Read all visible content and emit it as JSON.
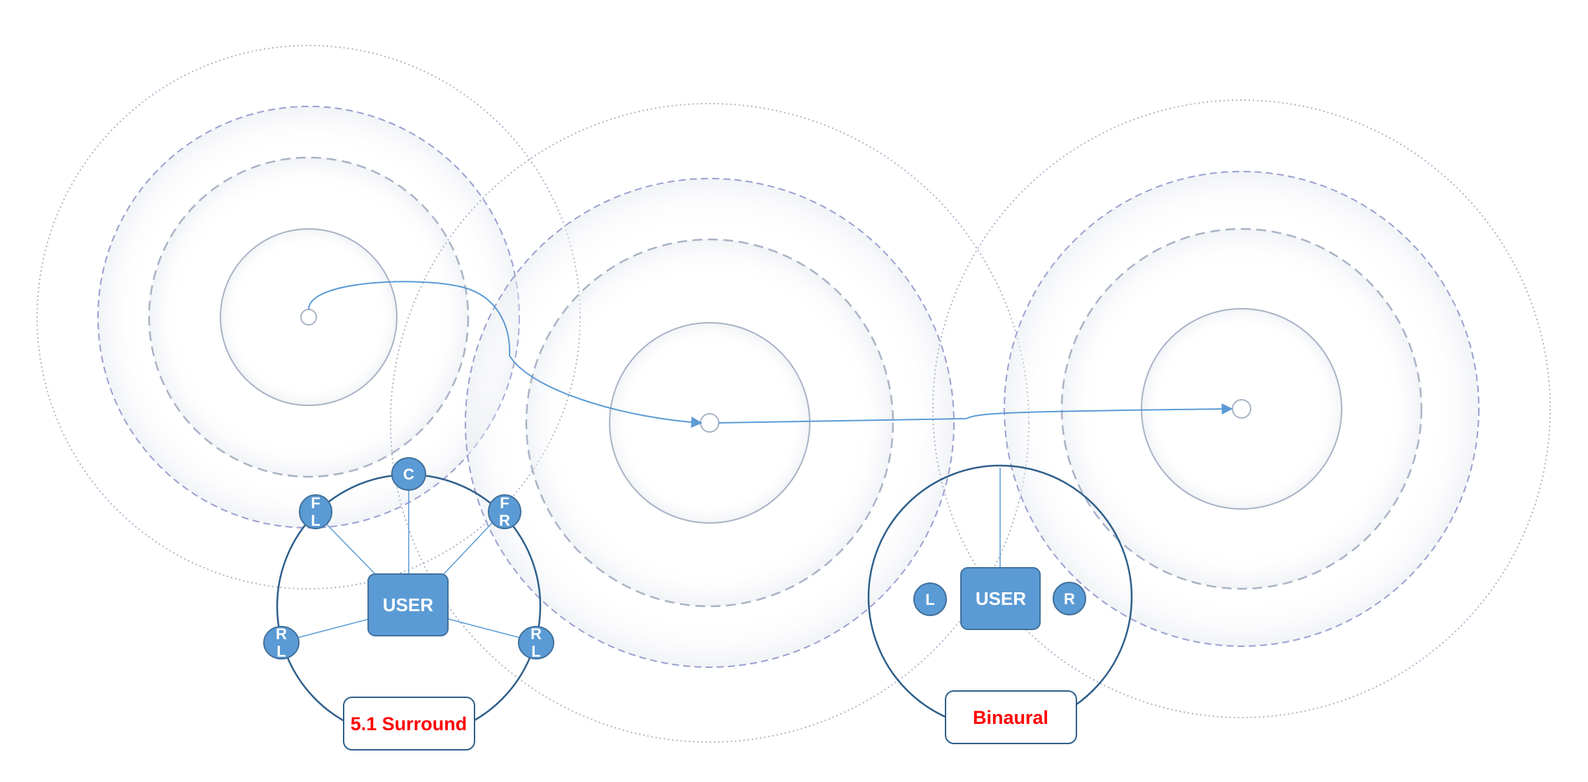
{
  "colors": {
    "node_fill": "#5b9bd5",
    "node_stroke": "#41719c",
    "ring_grey": "#a9b3c6",
    "ring_purple": "#9aa0d0",
    "path_line": "#5b9bd5",
    "label_text": "#ff0000",
    "user_text": "#ffffff"
  },
  "surround": {
    "user": "USER",
    "label": "5.1 Surround",
    "speakers": {
      "center": "C",
      "front_left": [
        "F",
        "L"
      ],
      "front_right": [
        "F",
        "R"
      ],
      "rear_left": [
        "R",
        "L"
      ],
      "rear_right": [
        "R",
        "L"
      ]
    }
  },
  "binaural": {
    "user": "USER",
    "label": "Binaural",
    "left": "L",
    "right": "R"
  }
}
